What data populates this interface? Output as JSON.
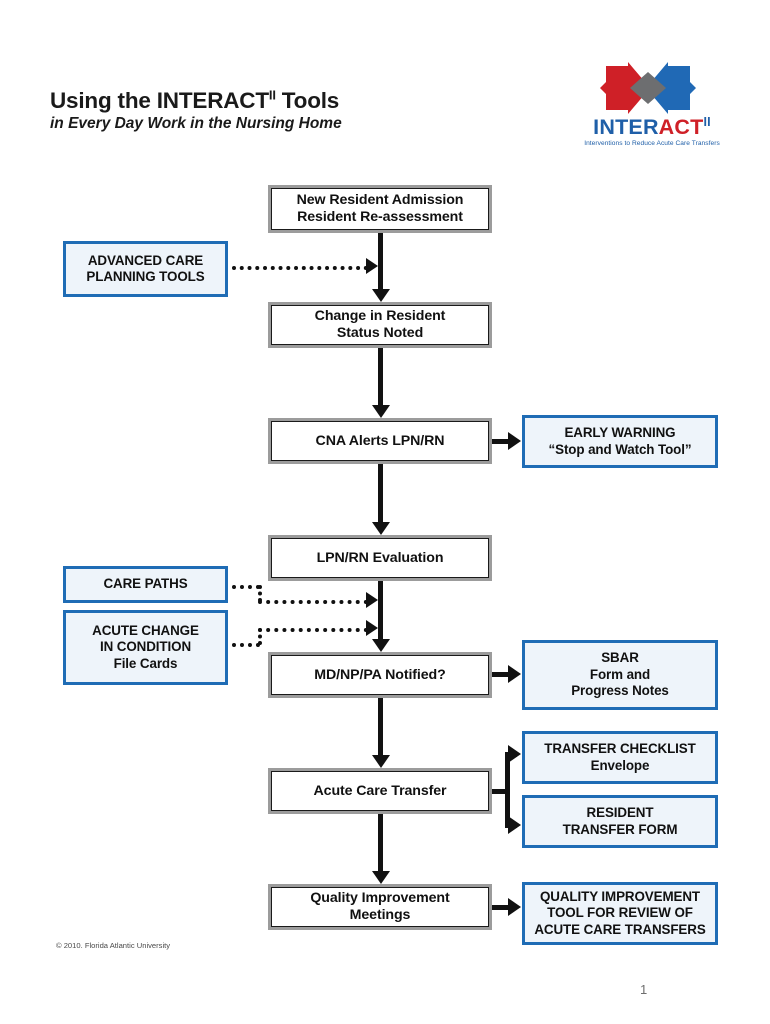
{
  "header": {
    "title_main": "Using the INTERACT",
    "title_main_sup": "II",
    "title_main_tail": " Tools",
    "title_sub": "in Every Day Work in the Nursing Home"
  },
  "logo": {
    "word_part1": "INTER",
    "word_part2": "ACT",
    "word_sup": "II",
    "tagline": "Interventions to Reduce Acute Care Transfers",
    "colors": {
      "red": "#cf2027",
      "blue": "#1f5fa8",
      "diamond": "#6d6e70"
    }
  },
  "flow": {
    "steps": [
      {
        "id": "new-resident-admission",
        "line1": "New Resident Admission",
        "line2": "Resident Re-assessment"
      },
      {
        "id": "change-in-resident-status",
        "line1": "Change in Resident",
        "line2": "Status Noted"
      },
      {
        "id": "cna-alerts",
        "line1": "CNA Alerts LPN/RN",
        "line2": ""
      },
      {
        "id": "lpn-rn-evaluation",
        "line1": "LPN/RN Evaluation",
        "line2": ""
      },
      {
        "id": "md-np-pa-notified",
        "line1": "MD/NP/PA Notified?",
        "line2": ""
      },
      {
        "id": "acute-care-transfer",
        "line1": "Acute Care Transfer",
        "line2": ""
      },
      {
        "id": "quality-improvement-meetings",
        "line1": "Quality Improvement",
        "line2": "Meetings"
      }
    ]
  },
  "tools": {
    "advanced_care": {
      "line1": "ADVANCED CARE",
      "line2": "PLANNING TOOLS"
    },
    "early_warning": {
      "line1": "EARLY WARNING",
      "line2": "“Stop and Watch Tool”"
    },
    "care_paths": {
      "line1": "CARE PATHS"
    },
    "acute_change": {
      "line1": "ACUTE CHANGE",
      "line2": "IN CONDITION",
      "line3": "File Cards"
    },
    "sbar": {
      "line1": "SBAR",
      "line2": "Form and",
      "line3": "Progress Notes"
    },
    "transfer_checklist": {
      "line1": "TRANSFER CHECKLIST",
      "line2": "Envelope"
    },
    "resident_transfer_form": {
      "line1": "RESIDENT",
      "line2": "TRANSFER FORM"
    },
    "qi_tool": {
      "line1": "QUALITY IMPROVEMENT",
      "line2": "TOOL FOR REVIEW OF",
      "line3": "ACUTE CARE TRANSFERS"
    }
  },
  "footer": {
    "copyright": "© 2010. Florida Atlantic University",
    "page_number": "1"
  },
  "theme": {
    "blue_border": "#1f6cb5",
    "blue_fill": "#eef4fa",
    "gray_border": "#9c9c9c",
    "line": "#111111"
  }
}
